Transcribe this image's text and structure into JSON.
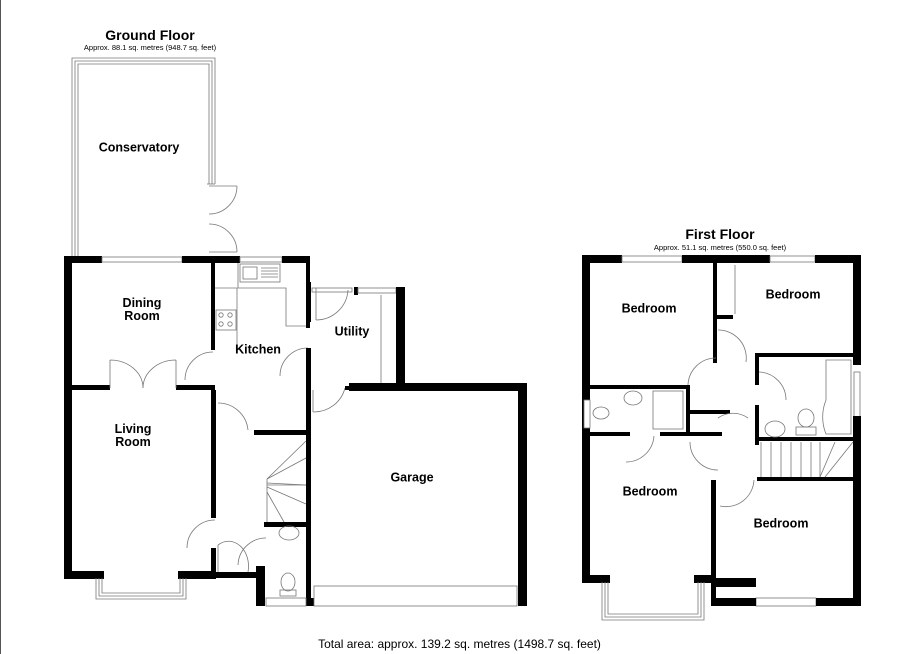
{
  "ground_floor": {
    "title": "Ground Floor",
    "area": "Approx. 88.1 sq. metres (948.7 sq. feet)",
    "rooms": [
      {
        "name": "Conservatory"
      },
      {
        "name": "Dining\nRoom"
      },
      {
        "name": "Kitchen"
      },
      {
        "name": "Utility"
      },
      {
        "name": "Living\nRoom"
      },
      {
        "name": "Garage"
      }
    ]
  },
  "first_floor": {
    "title": "First Floor",
    "area": "Approx. 51.1 sq. metres (550.0 sq. feet)",
    "rooms": [
      {
        "name": "Bedroom"
      },
      {
        "name": "Bedroom"
      },
      {
        "name": "Bedroom"
      },
      {
        "name": "Bedroom"
      }
    ]
  },
  "total_area": "Total area: approx. 139.2 sq. metres (1498.7 sq. feet)",
  "colors": {
    "wall": "#000000",
    "fixture_line": "#777777",
    "background": "#ffffff"
  }
}
